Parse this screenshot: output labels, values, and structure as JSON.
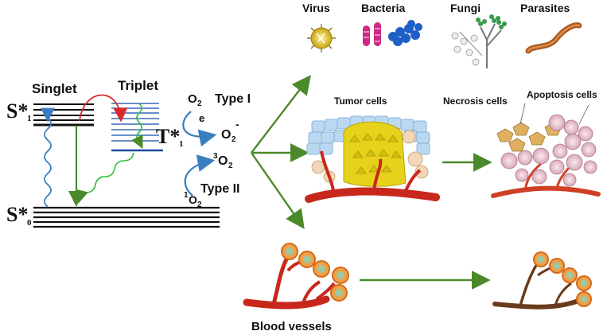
{
  "jablonski": {
    "singlet_label": "Singlet",
    "triplet_label": "Triplet",
    "s1_main": "S*",
    "s1_sub": "1",
    "s0_main": "S*",
    "s0_sub": "0",
    "t1_main": "T*",
    "t1_sub": "1"
  },
  "reactions": {
    "o2_top": "O",
    "o2_top_sub": "2",
    "e_label": "e",
    "type1": "Type I",
    "superoxide": "O",
    "superoxide_sub": "2",
    "superoxide_sup": "-",
    "singlet_o2_sup": "3",
    "singlet_o2": "O",
    "singlet_o2_sub": "2",
    "type2": "Type II",
    "ground_o2_sup": "1",
    "ground_o2": "O",
    "ground_o2_sub": "2"
  },
  "pathogens": {
    "virus": "Virus",
    "bacteria": "Bacteria",
    "fungi": "Fungi",
    "parasites": "Parasites"
  },
  "tumor": {
    "tumor_cells": "Tumor cells",
    "necrosis_cells": "Necrosis cells",
    "apoptosis_cells": "Apoptosis cells"
  },
  "vessels": {
    "blood_vessels": "Blood vessels"
  },
  "colors": {
    "arrow_green": "#4a8a2a",
    "arrow_blue": "#3a7ec0",
    "vessel_red": "#c8281c",
    "damaged_vessel": "#6b3a1c",
    "tumor_yellow": "#e6d21a",
    "cell_blue": "#bcd8f0"
  }
}
